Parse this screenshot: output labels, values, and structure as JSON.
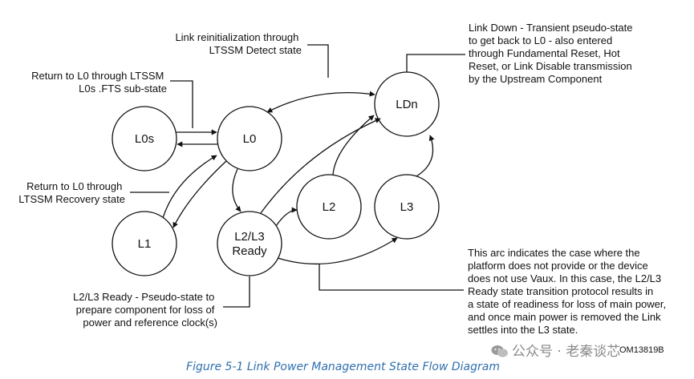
{
  "diagram": {
    "nodes": {
      "l0s": "L0s",
      "l0": "L0",
      "l1": "L1",
      "l2l3_line1": "L2/L3",
      "l2l3_line2": "Ready",
      "l2": "L2",
      "l3": "L3",
      "ldn": "LDn"
    },
    "annotations": {
      "reinit": [
        "Link reinitialization through",
        "LTSSM Detect state"
      ],
      "l0s_return": [
        "Return to L0 through LTSSM",
        "L0s .FTS sub-state"
      ],
      "recovery": [
        "Return to L0 through",
        "LTSSM Recovery state"
      ],
      "ldn": [
        "Link Down - Transient pseudo-state",
        "to get back to L0 - also entered",
        "through Fundamental Reset, Hot",
        "Reset, or Link Disable transmission",
        "by the Upstream Component"
      ],
      "l2l3": [
        "L2/L3 Ready - Pseudo-state to",
        "prepare component for loss of",
        "power and reference clock(s)"
      ],
      "vaux": [
        "This arc indicates the case where the",
        "platform does not provide or the device",
        "does not use Vaux. In this case, the L2/L3",
        "Ready state transition protocol results in",
        "a state of readiness for loss of main power,",
        "and once main power is removed the Link",
        "settles into the L3 state."
      ]
    }
  },
  "figure_id": "OM13819B",
  "caption": "Figure  5-1  Link Power Management State Flow Diagram",
  "watermark": "公众号 · 老秦谈芯"
}
